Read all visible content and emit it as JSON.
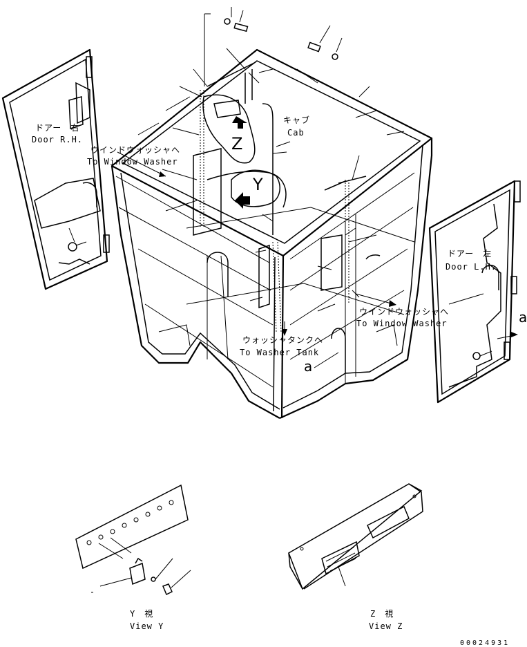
{
  "labels": {
    "cab_jp": "キャブ",
    "cab_en": "Cab",
    "door_rh_jp": "ドアー　右",
    "door_rh_en": "Door R.H.",
    "door_lh_jp": "ドアー　左",
    "door_lh_en": "Door L.H.",
    "washer_left_jp": "ウインドウォッシャへ",
    "washer_left_en": "To Window Washer",
    "washer_right_jp": "ウインドウォッシャへ",
    "washer_right_en": "To Window Washer",
    "tank_jp": "ウォッシャタンクへ",
    "tank_en": "To Washer Tank",
    "view_y_jp": "Y　視",
    "view_y_en": "View Y",
    "view_z_jp": "Z　視",
    "view_z_en": "View Z",
    "letter_z": "Z",
    "letter_y": "Y",
    "letter_a_left": "a",
    "letter_a_right": "a",
    "drawing_no": "00024931"
  }
}
